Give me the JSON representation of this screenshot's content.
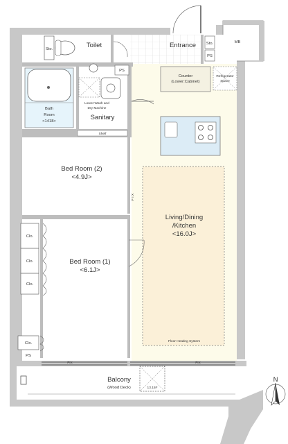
{
  "plan": {
    "rooms": {
      "toilet": "Toilet",
      "entrance": "Entrance",
      "sto_toilet": "Sto.",
      "sto_entrance": "Sto.",
      "ps_entrance": "PS",
      "mb": "MB",
      "ps_hall": "PS",
      "counter_1": "Counter",
      "counter_2": "(Lower:Cabinet)",
      "fridge_1": "Refrigerator",
      "fridge_2": "Space",
      "bath_1": "Bath",
      "bath_2": "Room",
      "bath_3": "<1418>",
      "washer_1": "Lower:Wash and",
      "washer_2": "Dry Machine",
      "sanitary": "Sanitary",
      "shelf": "Shelf",
      "bed2_name": "Bed Room (2)",
      "bed2_size": "<4.9J>",
      "fix_vertical": "F I X",
      "ldk_1": "Living/Dining",
      "ldk_2": "/Kitchen",
      "ldk_3": "<16.0J>",
      "clo_1": "Clo.",
      "clo_2": "Clo.",
      "clo_3": "Clo.",
      "clo_4": "Clo.",
      "bed1_name": "Bed Room (1)",
      "bed1_size": "<6.1J>",
      "floor_heating": "Floor Heating System",
      "ps_bottom": "PS",
      "fix_left": "FIX",
      "fix_right": "FIX",
      "balcony_1": "Balcony",
      "balcony_2": "(Wood Deck)",
      "hatch": "13.15F",
      "north": "N"
    }
  }
}
